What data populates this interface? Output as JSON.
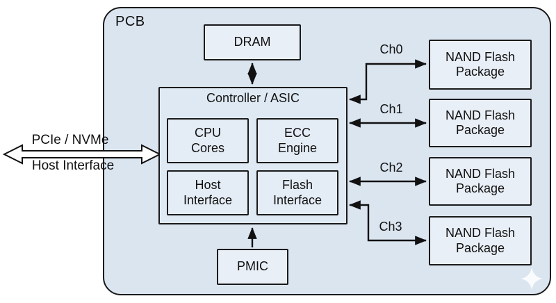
{
  "diagram": {
    "pcb_label": "PCB",
    "host_link": {
      "protocol": "PCIe / NVMe",
      "name": "Host Interface"
    },
    "dram": {
      "label": "DRAM"
    },
    "controller": {
      "label": "Controller / ASIC",
      "blocks": [
        {
          "label": "CPU\nCores"
        },
        {
          "label": "ECC\nEngine"
        },
        {
          "label": "Host\nInterface"
        },
        {
          "label": "Flash\nInterface"
        }
      ]
    },
    "pmic": {
      "label": "PMIC"
    },
    "channels": [
      {
        "label": "Ch0"
      },
      {
        "label": "Ch1"
      },
      {
        "label": "Ch2"
      },
      {
        "label": "Ch3"
      }
    ],
    "nand_packages": [
      {
        "label": "NAND Flash\nPackage"
      },
      {
        "label": "NAND Flash\nPackage"
      },
      {
        "label": "NAND Flash\nPackage"
      },
      {
        "label": "NAND Flash\nPackage"
      }
    ],
    "watermark": {
      "icon": "sparkle-icon"
    },
    "colors": {
      "pcb_fill": "#dbe5f0",
      "block_fill": "#e9eff7",
      "border": "#1a1a1a",
      "text": "#111111"
    }
  }
}
